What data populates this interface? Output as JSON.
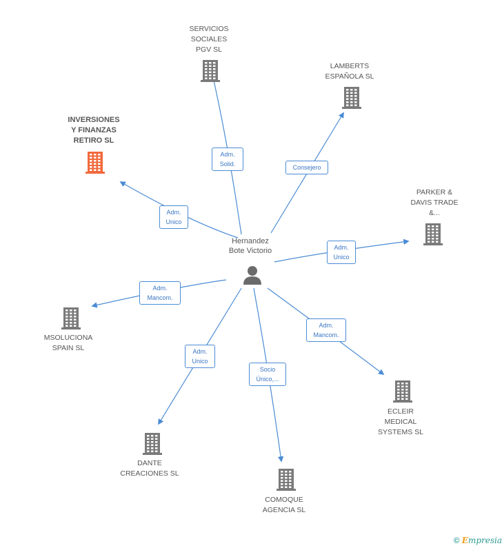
{
  "center": {
    "label": "Hernandez\nBote Victorio"
  },
  "nodes": [
    {
      "id": "servicios",
      "label": "SERVICIOS\nSOCIALES\nPGV SL",
      "focus": false
    },
    {
      "id": "lamberts",
      "label": "LAMBERTS\nESPAÑOLA SL",
      "focus": false
    },
    {
      "id": "inversiones",
      "label": "INVERSIONES\nY FINANZAS\nRETIRO SL",
      "focus": true
    },
    {
      "id": "parker",
      "label": "PARKER &\nDAVIS TRADE\n&...",
      "focus": false
    },
    {
      "id": "msoluciona",
      "label": "MSOLUCIONA\nSPAIN  SL",
      "focus": false
    },
    {
      "id": "ecleir",
      "label": "ECLEIR\nMEDICAL\nSYSTEMS  SL",
      "focus": false
    },
    {
      "id": "dante",
      "label": "DANTE\nCREACIONES SL",
      "focus": false
    },
    {
      "id": "comoque",
      "label": "COMOQUE\nAGENCIA  SL",
      "focus": false
    }
  ],
  "edges": [
    {
      "to": "servicios",
      "label": "Adm.\nSolid."
    },
    {
      "to": "lamberts",
      "label": "Consejero"
    },
    {
      "to": "inversiones",
      "label": "Adm.\nUnico"
    },
    {
      "to": "parker",
      "label": "Adm.\nUnico"
    },
    {
      "to": "msoluciona",
      "label": "Adm.\nMancom."
    },
    {
      "to": "ecleir",
      "label": "Adm.\nMancom."
    },
    {
      "to": "dante",
      "label": "Adm.\nUnico"
    },
    {
      "to": "comoque",
      "label": "Socio\nÚnico,..."
    }
  ],
  "colors": {
    "edge": "#4a8bd4",
    "building": "#7a7a7a",
    "focus_building": "#f26a3d",
    "person": "#6b6b6b"
  },
  "icons": {
    "company": "building-icon",
    "person": "person-icon"
  },
  "footer": {
    "copyright": "©",
    "brand_initial": "E",
    "brand_rest": "mpresia"
  }
}
